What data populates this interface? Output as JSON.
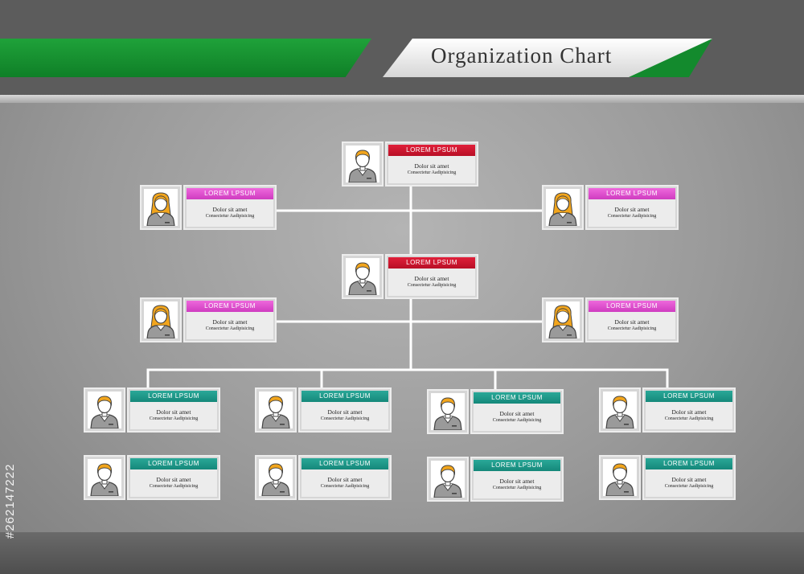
{
  "title": "Organization Chart",
  "stock_id": "#262147222",
  "colors": {
    "header_green": "#1a9a35",
    "tag_red": "#c8142e",
    "tag_pink": "#e04cd0",
    "tag_teal": "#1e9a8a",
    "connector": "#ffffff"
  },
  "nodes": [
    {
      "name": "LOREM  LPSUM",
      "line1": "Dolor sit amet",
      "line2": "Consectetur Aadipisicing",
      "tag_color": "red",
      "avatar": "male-avatar-icon"
    },
    {
      "name": "LOREM  LPSUM",
      "line1": "Dolor sit amet",
      "line2": "Consectetur Aadipisicing",
      "tag_color": "pink",
      "avatar": "female-avatar-icon"
    },
    {
      "name": "LOREM  LPSUM",
      "line1": "Dolor sit amet",
      "line2": "Consectetur Aadipisicing",
      "tag_color": "pink",
      "avatar": "female-avatar-icon"
    },
    {
      "name": "LOREM  LPSUM",
      "line1": "Dolor sit amet",
      "line2": "Consectetur Aadipisicing",
      "tag_color": "red",
      "avatar": "male-avatar-icon"
    },
    {
      "name": "LOREM  LPSUM",
      "line1": "Dolor sit amet",
      "line2": "Consectetur Aadipisicing",
      "tag_color": "pink",
      "avatar": "female-avatar-icon"
    },
    {
      "name": "LOREM  LPSUM",
      "line1": "Dolor sit amet",
      "line2": "Consectetur Aadipisicing",
      "tag_color": "pink",
      "avatar": "female-avatar-icon"
    },
    {
      "name": "LOREM  LPSUM",
      "line1": "Dolor sit amet",
      "line2": "Consectetur Aadipisicing",
      "tag_color": "teal",
      "avatar": "male-avatar-icon"
    },
    {
      "name": "LOREM  LPSUM",
      "line1": "Dolor sit amet",
      "line2": "Consectetur Aadipisicing",
      "tag_color": "teal",
      "avatar": "male-avatar-icon"
    },
    {
      "name": "LOREM  LPSUM",
      "line1": "Dolor sit amet",
      "line2": "Consectetur Aadipisicing",
      "tag_color": "teal",
      "avatar": "male-avatar-icon"
    },
    {
      "name": "LOREM  LPSUM",
      "line1": "Dolor sit amet",
      "line2": "Consectetur Aadipisicing",
      "tag_color": "teal",
      "avatar": "male-avatar-icon"
    },
    {
      "name": "LOREM  LPSUM",
      "line1": "Dolor sit amet",
      "line2": "Consectetur Aadipisicing",
      "tag_color": "teal",
      "avatar": "male-avatar-icon"
    },
    {
      "name": "LOREM  LPSUM",
      "line1": "Dolor sit amet",
      "line2": "Consectetur Aadipisicing",
      "tag_color": "teal",
      "avatar": "male-avatar-icon"
    },
    {
      "name": "LOREM  LPSUM",
      "line1": "Dolor sit amet",
      "line2": "Consectetur Aadipisicing",
      "tag_color": "teal",
      "avatar": "male-avatar-icon"
    },
    {
      "name": "LOREM  LPSUM",
      "line1": "Dolor sit amet",
      "line2": "Consectetur Aadipisicing",
      "tag_color": "teal",
      "avatar": "male-avatar-icon"
    }
  ]
}
